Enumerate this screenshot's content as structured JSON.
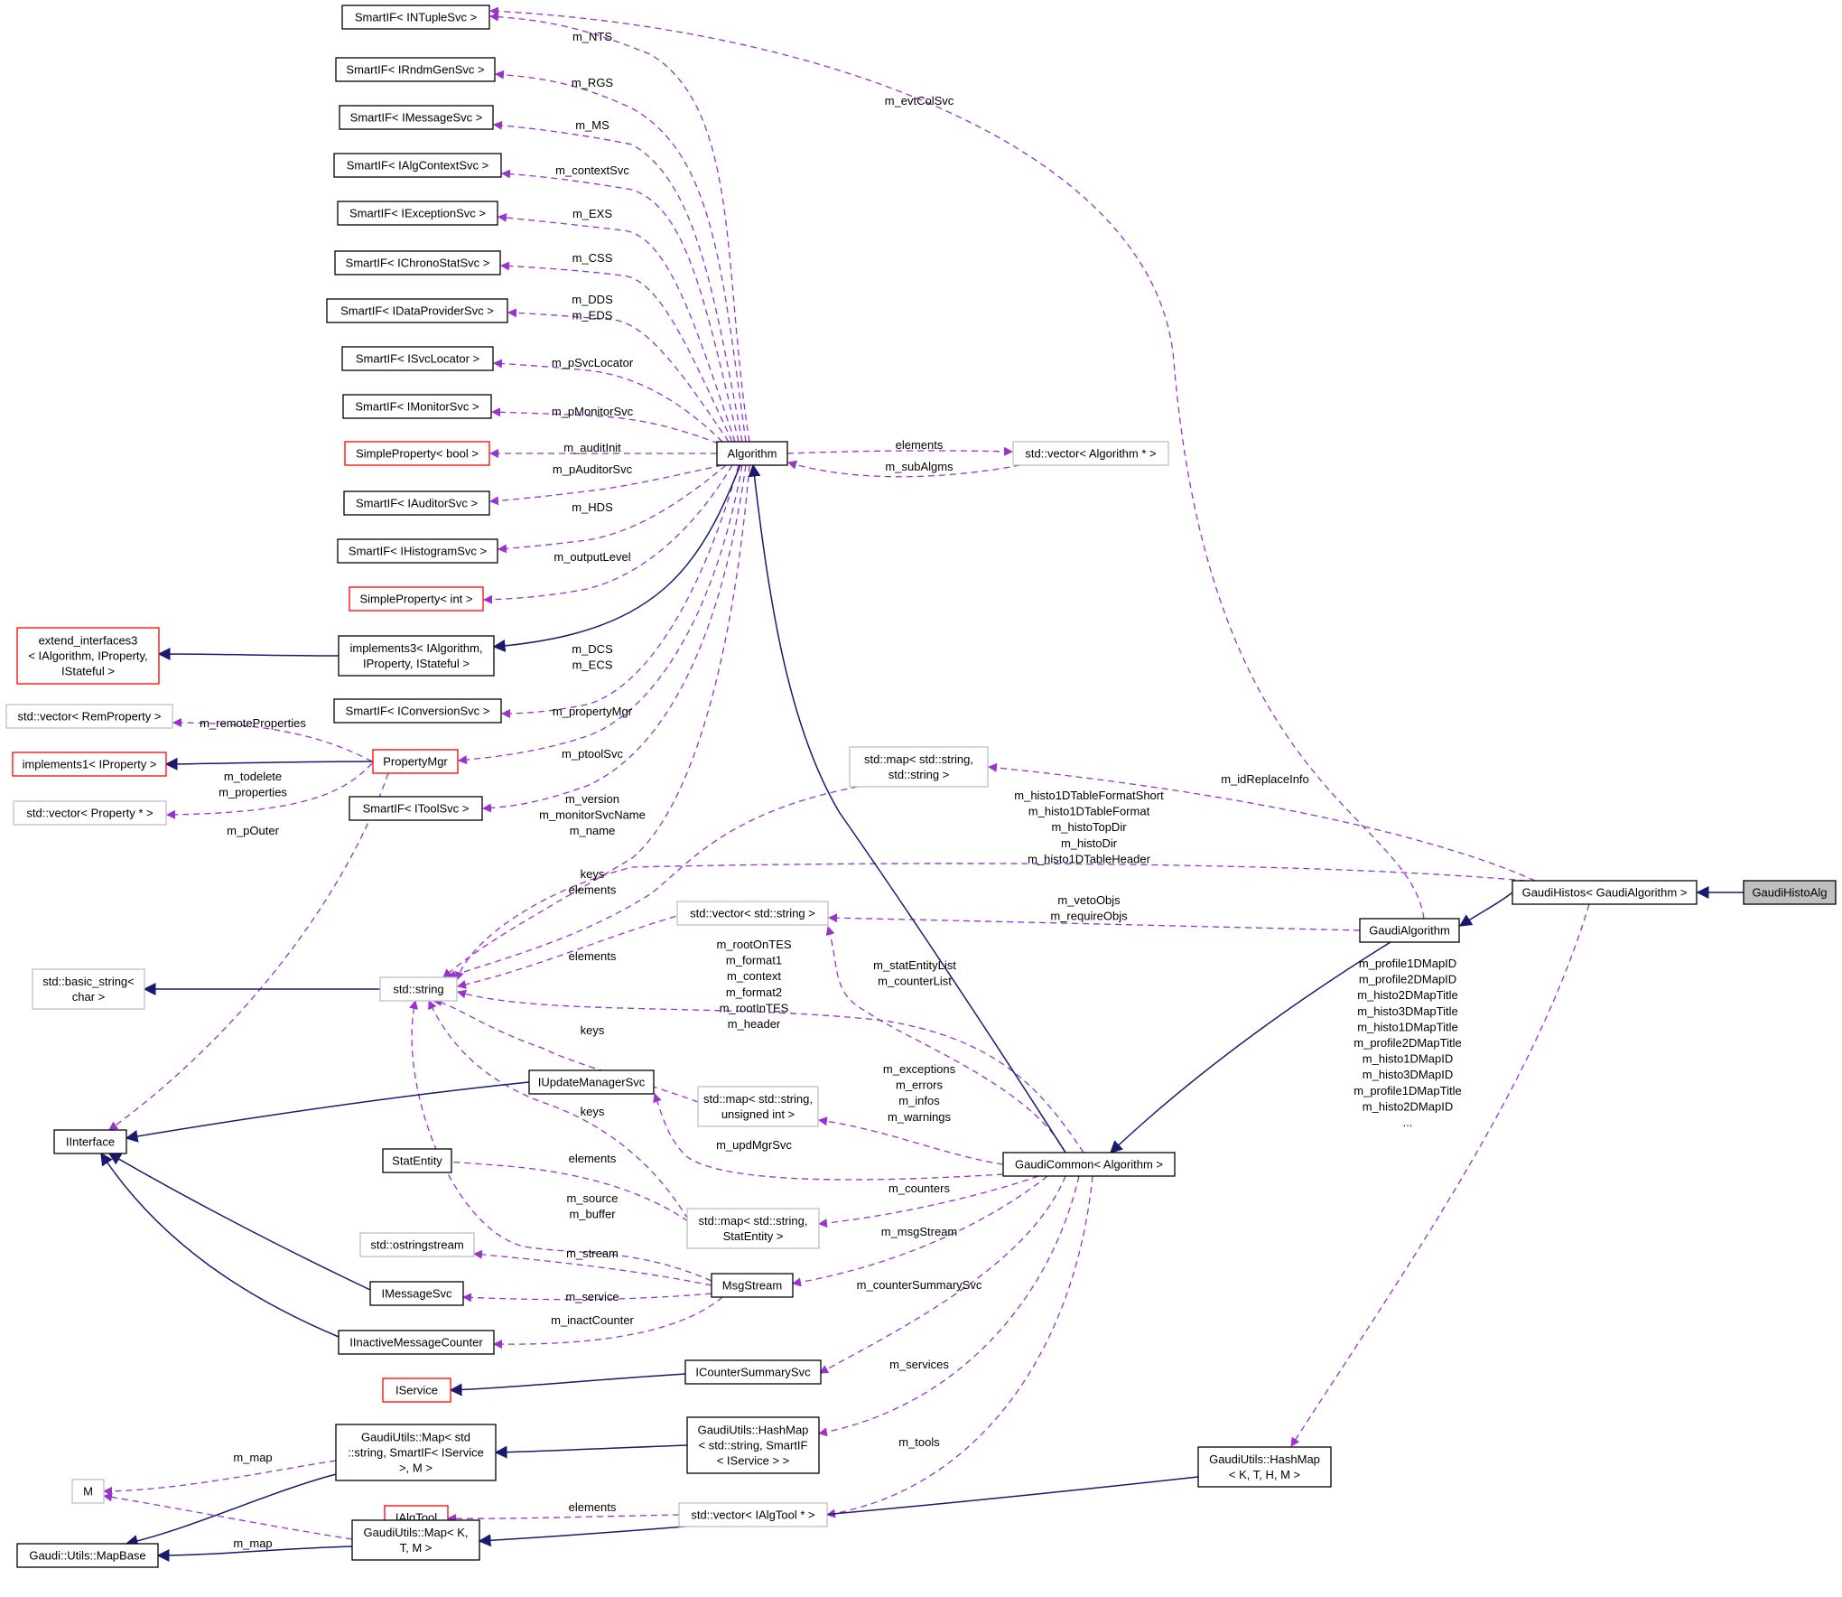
{
  "diagram": {
    "colors": {
      "background": "#ffffff",
      "inheritance_edge": "#191970",
      "usage_edge": "#9a32cd",
      "node_border_normal": "#000000",
      "node_border_external": "#bfbfbf",
      "node_border_undocumented": "#ff0000",
      "highlight_fill": "#bfbfbf",
      "text": "#000000"
    },
    "nodes": [
      {
        "id": "smartif_intuplesvc",
        "lines": [
          "SmartIF< INTupleSvc >"
        ],
        "style": "normal"
      },
      {
        "id": "smartif_irndmgensvc",
        "lines": [
          "SmartIF< IRndmGenSvc >"
        ],
        "style": "normal"
      },
      {
        "id": "smartif_imessagesvc",
        "lines": [
          "SmartIF< IMessageSvc >"
        ],
        "style": "normal"
      },
      {
        "id": "smartif_ialgcontextsvc",
        "lines": [
          "SmartIF< IAlgContextSvc >"
        ],
        "style": "normal"
      },
      {
        "id": "smartif_iexceptionsvc",
        "lines": [
          "SmartIF< IExceptionSvc >"
        ],
        "style": "normal"
      },
      {
        "id": "smartif_ichronostatsvc",
        "lines": [
          "SmartIF< IChronoStatSvc >"
        ],
        "style": "normal"
      },
      {
        "id": "smartif_idataprovidersvc",
        "lines": [
          "SmartIF< IDataProviderSvc >"
        ],
        "style": "normal"
      },
      {
        "id": "smartif_isvclocator",
        "lines": [
          "SmartIF< ISvcLocator >"
        ],
        "style": "normal"
      },
      {
        "id": "smartif_imonitorsvc",
        "lines": [
          "SmartIF< IMonitorSvc >"
        ],
        "style": "normal"
      },
      {
        "id": "simpleproperty_bool",
        "lines": [
          "SimpleProperty< bool >"
        ],
        "style": "undocumented"
      },
      {
        "id": "smartif_iauditorsvc",
        "lines": [
          "SmartIF< IAuditorSvc >"
        ],
        "style": "normal"
      },
      {
        "id": "smartif_ihistogramsvc",
        "lines": [
          "SmartIF< IHistogramSvc >"
        ],
        "style": "normal"
      },
      {
        "id": "simpleproperty_int",
        "lines": [
          "SimpleProperty< int >"
        ],
        "style": "undocumented"
      },
      {
        "id": "extend_interfaces3",
        "lines": [
          "extend_interfaces3",
          "< IAlgorithm, IProperty,",
          "IStateful >"
        ],
        "style": "undocumented"
      },
      {
        "id": "implements3",
        "lines": [
          "implements3< IAlgorithm,",
          "IProperty, IStateful >"
        ],
        "style": "normal"
      },
      {
        "id": "smartif_iconversionsvc",
        "lines": [
          "SmartIF< IConversionSvc >"
        ],
        "style": "normal"
      },
      {
        "id": "vector_remproperty",
        "lines": [
          "std::vector< RemProperty >"
        ],
        "style": "external"
      },
      {
        "id": "propertymgr",
        "lines": [
          "PropertyMgr"
        ],
        "style": "undocumented"
      },
      {
        "id": "implements1",
        "lines": [
          "implements1< IProperty >"
        ],
        "style": "undocumented"
      },
      {
        "id": "vector_property",
        "lines": [
          "std::vector< Property * >"
        ],
        "style": "external"
      },
      {
        "id": "smartif_itoolsvc",
        "lines": [
          "SmartIF< IToolSvc >"
        ],
        "style": "normal"
      },
      {
        "id": "algorithm",
        "lines": [
          "Algorithm"
        ],
        "style": "normal"
      },
      {
        "id": "vector_algorithm",
        "lines": [
          "std::vector< Algorithm * >"
        ],
        "style": "external"
      },
      {
        "id": "map_string_string",
        "lines": [
          "std::map< std::string,",
          "std::string >"
        ],
        "style": "external"
      },
      {
        "id": "vector_string",
        "lines": [
          "std::vector< std::string >"
        ],
        "style": "external"
      },
      {
        "id": "basic_string",
        "lines": [
          "std::basic_string<",
          "char >"
        ],
        "style": "external"
      },
      {
        "id": "std_string",
        "lines": [
          "std::string"
        ],
        "style": "external"
      },
      {
        "id": "iupdatemanagersvc",
        "lines": [
          "IUpdateManagerSvc"
        ],
        "style": "normal"
      },
      {
        "id": "iinterface",
        "lines": [
          "IInterface"
        ],
        "style": "normal"
      },
      {
        "id": "map_string_uint",
        "lines": [
          "std::map< std::string,",
          "unsigned int >"
        ],
        "style": "external"
      },
      {
        "id": "statentity",
        "lines": [
          "StatEntity"
        ],
        "style": "normal"
      },
      {
        "id": "map_string_statentity",
        "lines": [
          "std::map< std::string,",
          "StatEntity >"
        ],
        "style": "external"
      },
      {
        "id": "ostringstream",
        "lines": [
          "std::ostringstream"
        ],
        "style": "external"
      },
      {
        "id": "msgstream",
        "lines": [
          "MsgStream"
        ],
        "style": "normal"
      },
      {
        "id": "imessagesvc",
        "lines": [
          "IMessageSvc"
        ],
        "style": "normal"
      },
      {
        "id": "iinactivemessagecounter",
        "lines": [
          "IInactiveMessageCounter"
        ],
        "style": "normal"
      },
      {
        "id": "icountersummarysvc",
        "lines": [
          "ICounterSummarySvc"
        ],
        "style": "normal"
      },
      {
        "id": "iservice",
        "lines": [
          "IService"
        ],
        "style": "undocumented"
      },
      {
        "id": "gaudiutils_map_string",
        "lines": [
          "GaudiUtils::Map< std",
          "::string, SmartIF< IService",
          ">, M >"
        ],
        "style": "normal"
      },
      {
        "id": "gaudiutils_hashmap_string",
        "lines": [
          "GaudiUtils::HashMap",
          "< std::string, SmartIF",
          "< IService > >"
        ],
        "style": "normal"
      },
      {
        "id": "m_node",
        "lines": [
          "M"
        ],
        "style": "external"
      },
      {
        "id": "ialgtool",
        "lines": [
          "IAlgTool"
        ],
        "style": "undocumented"
      },
      {
        "id": "vector_ialgtool",
        "lines": [
          "std::vector< IAlgTool * >"
        ],
        "style": "external"
      },
      {
        "id": "gaudi_utils_mapbase",
        "lines": [
          "Gaudi::Utils::MapBase"
        ],
        "style": "normal"
      },
      {
        "id": "gaudiutils_map_ktm",
        "lines": [
          "GaudiUtils::Map< K,",
          "T, M >"
        ],
        "style": "normal"
      },
      {
        "id": "gaudiutils_hashmap_kthm",
        "lines": [
          "GaudiUtils::HashMap",
          "< K, T, H, M >"
        ],
        "style": "normal"
      },
      {
        "id": "gaudicommon",
        "lines": [
          "GaudiCommon< Algorithm >"
        ],
        "style": "normal"
      },
      {
        "id": "gaudialgorithm",
        "lines": [
          "GaudiAlgorithm"
        ],
        "style": "normal"
      },
      {
        "id": "gaudihistos",
        "lines": [
          "GaudiHistos< GaudiAlgorithm >"
        ],
        "style": "normal"
      },
      {
        "id": "gaudihistoalg",
        "lines": [
          "GaudiHistoAlg"
        ],
        "style": "highlight"
      }
    ],
    "edge_labels": [
      {
        "id": "lbl_m_nts",
        "lines": [
          "m_NTS"
        ]
      },
      {
        "id": "lbl_m_evtcolsvc",
        "lines": [
          "m_evtColSvc"
        ]
      },
      {
        "id": "lbl_m_rgs",
        "lines": [
          "m_RGS"
        ]
      },
      {
        "id": "lbl_m_ms",
        "lines": [
          "m_MS"
        ]
      },
      {
        "id": "lbl_m_contextsvc",
        "lines": [
          "m_contextSvc"
        ]
      },
      {
        "id": "lbl_m_exs",
        "lines": [
          "m_EXS"
        ]
      },
      {
        "id": "lbl_m_css",
        "lines": [
          "m_CSS"
        ]
      },
      {
        "id": "lbl_m_dds_eds",
        "lines": [
          "m_DDS",
          "m_EDS"
        ]
      },
      {
        "id": "lbl_m_psvclocator",
        "lines": [
          "m_pSvcLocator"
        ]
      },
      {
        "id": "lbl_m_pmonitorsvc",
        "lines": [
          "m_pMonitorSvc"
        ]
      },
      {
        "id": "lbl_m_auditinit",
        "lines": [
          "m_auditInit"
        ]
      },
      {
        "id": "lbl_m_pauditorsvc",
        "lines": [
          "m_pAuditorSvc"
        ]
      },
      {
        "id": "lbl_elements_vecalg",
        "lines": [
          "elements"
        ]
      },
      {
        "id": "lbl_m_subalgms",
        "lines": [
          "m_subAlgms"
        ]
      },
      {
        "id": "lbl_m_hds",
        "lines": [
          "m_HDS"
        ]
      },
      {
        "id": "lbl_m_outputlevel",
        "lines": [
          "m_outputLevel"
        ]
      },
      {
        "id": "lbl_m_dcs_ecs",
        "lines": [
          "m_DCS",
          "m_ECS"
        ]
      },
      {
        "id": "lbl_m_propertymgr",
        "lines": [
          "m_propertyMgr"
        ]
      },
      {
        "id": "lbl_m_remoteproperties",
        "lines": [
          "m_remoteProperties"
        ]
      },
      {
        "id": "lbl_m_ptoolsvc",
        "lines": [
          "m_ptoolSvc"
        ]
      },
      {
        "id": "lbl_m_idreplaceinfo",
        "lines": [
          "m_idReplaceInfo"
        ]
      },
      {
        "id": "lbl_m_todelete",
        "lines": [
          "m_todelete",
          "m_properties"
        ]
      },
      {
        "id": "lbl_m_histo1dtable",
        "lines": [
          "m_histo1DTableFormatShort",
          "m_histo1DTableFormat",
          "m_histoTopDir",
          "m_histoDir",
          "m_histo1DTableHeader"
        ]
      },
      {
        "id": "lbl_m_version",
        "lines": [
          "m_version",
          "m_monitorSvcName",
          "m_name"
        ]
      },
      {
        "id": "lbl_m_pouter",
        "lines": [
          "m_pOuter"
        ]
      },
      {
        "id": "lbl_keys_elements",
        "lines": [
          "keys",
          "elements"
        ]
      },
      {
        "id": "lbl_m_vetoobjs",
        "lines": [
          "m_vetoObjs",
          "m_requireObjs"
        ]
      },
      {
        "id": "lbl_m_rootontes",
        "lines": [
          "m_rootOnTES",
          "m_format1",
          "m_context",
          "m_format2",
          "m_rootInTES",
          "m_header"
        ]
      },
      {
        "id": "lbl_elements_vecstring",
        "lines": [
          "elements"
        ]
      },
      {
        "id": "lbl_m_statentitylist",
        "lines": [
          "m_statEntityList",
          "m_counterList"
        ]
      },
      {
        "id": "lbl_m_profile1dmapid",
        "lines": [
          "m_profile1DMapID",
          "m_profile2DMapID",
          "m_histo2DMapTitle",
          "m_histo3DMapTitle",
          "m_histo1DMapTitle",
          "m_profile2DMapTitle",
          "m_histo1DMapID",
          "m_histo3DMapID",
          "m_profile1DMapTitle",
          "m_histo2DMapID",
          "..."
        ]
      },
      {
        "id": "lbl_keys_uint",
        "lines": [
          "keys"
        ]
      },
      {
        "id": "lbl_m_exceptions",
        "lines": [
          "m_exceptions",
          "m_errors",
          "m_infos",
          "m_warnings"
        ]
      },
      {
        "id": "lbl_keys_statentity",
        "lines": [
          "keys"
        ]
      },
      {
        "id": "lbl_m_updmgrsvc",
        "lines": [
          "m_updMgrSvc"
        ]
      },
      {
        "id": "lbl_elements_statentity",
        "lines": [
          "elements"
        ]
      },
      {
        "id": "lbl_m_counters",
        "lines": [
          "m_counters"
        ]
      },
      {
        "id": "lbl_m_source",
        "lines": [
          "m_source",
          "m_buffer"
        ]
      },
      {
        "id": "lbl_m_msgstream",
        "lines": [
          "m_msgStream"
        ]
      },
      {
        "id": "lbl_m_stream",
        "lines": [
          "m_stream"
        ]
      },
      {
        "id": "lbl_m_countersummarysvc",
        "lines": [
          "m_counterSummarySvc"
        ]
      },
      {
        "id": "lbl_m_service",
        "lines": [
          "m_service"
        ]
      },
      {
        "id": "lbl_m_inactcounter",
        "lines": [
          "m_inactCounter"
        ]
      },
      {
        "id": "lbl_m_services",
        "lines": [
          "m_services"
        ]
      },
      {
        "id": "lbl_m_tools",
        "lines": [
          "m_tools"
        ]
      },
      {
        "id": "lbl_m_map_1",
        "lines": [
          "m_map"
        ]
      },
      {
        "id": "lbl_elements_ialgtool",
        "lines": [
          "elements"
        ]
      },
      {
        "id": "lbl_m_map_2",
        "lines": [
          "m_map"
        ]
      }
    ]
  }
}
